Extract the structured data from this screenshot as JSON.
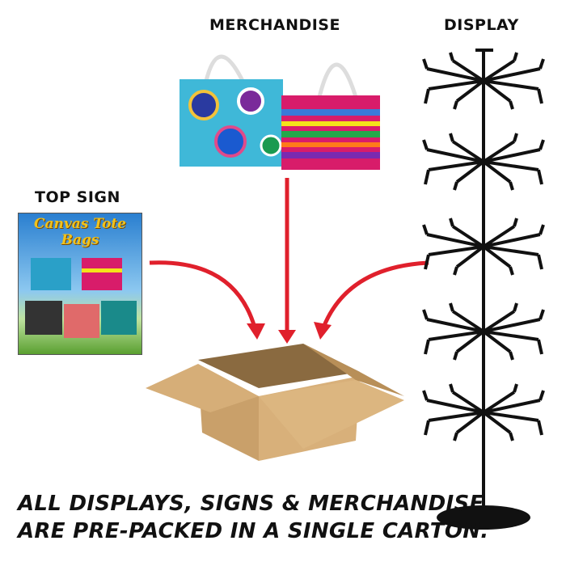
{
  "labels": {
    "merchandise": "MERCHANDISE",
    "display": "DISPLAY",
    "top_sign": "TOP SIGN"
  },
  "sign": {
    "title": "Canvas Tote Bags"
  },
  "caption": {
    "line1": "ALL DISPLAYS, SIGNS & MERCHANDISE",
    "line2": "ARE PRE-PACKED IN A SINGLE CARTON."
  },
  "colors": {
    "arrow": "#e0202c",
    "box": "#c9a06a",
    "rack": "#111111"
  }
}
